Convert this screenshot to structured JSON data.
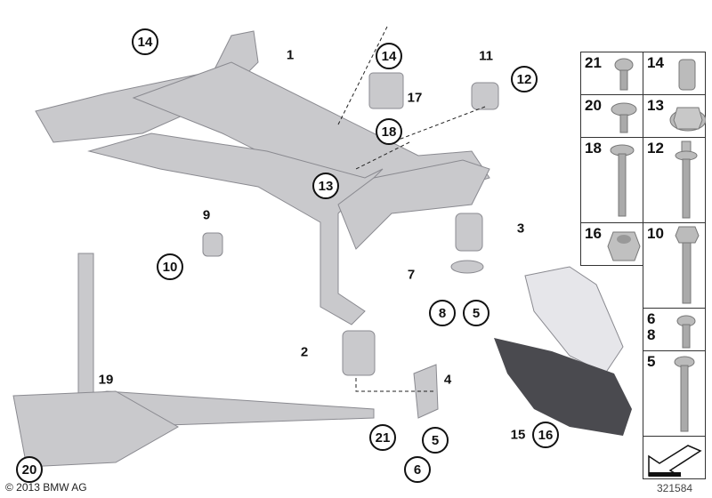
{
  "copyright": "© 2013 BMW AG",
  "diagram_number": "321584",
  "callouts": [
    {
      "label": "14",
      "circled": true
    },
    {
      "label": "1",
      "circled": false
    },
    {
      "label": "14",
      "circled": true
    },
    {
      "label": "17",
      "circled": false
    },
    {
      "label": "18",
      "circled": true
    },
    {
      "label": "11",
      "circled": false
    },
    {
      "label": "12",
      "circled": true
    },
    {
      "label": "13",
      "circled": true
    },
    {
      "label": "9",
      "circled": false
    },
    {
      "label": "10",
      "circled": true
    },
    {
      "label": "3",
      "circled": false
    },
    {
      "label": "7",
      "circled": false
    },
    {
      "label": "8",
      "circled": true
    },
    {
      "label": "5",
      "circled": true
    },
    {
      "label": "2",
      "circled": false
    },
    {
      "label": "4",
      "circled": false
    },
    {
      "label": "19",
      "circled": false
    },
    {
      "label": "20",
      "circled": true
    },
    {
      "label": "21",
      "circled": true
    },
    {
      "label": "5",
      "circled": true
    },
    {
      "label": "6",
      "circled": true
    },
    {
      "label": "15",
      "circled": false
    },
    {
      "label": "16",
      "circled": true
    }
  ],
  "parts_table": [
    {
      "label": "21",
      "icon": "torx-bolt-short"
    },
    {
      "label": "14",
      "icon": "sleeve-nut"
    },
    {
      "label": "20",
      "icon": "flange-bolt-short"
    },
    {
      "label": "13",
      "icon": "hex-flange-nut"
    },
    {
      "label": "18",
      "icon": "torx-bolt-long"
    },
    {
      "label": "12",
      "icon": "hex-bolt-long"
    },
    {
      "label": "16",
      "icon": "hex-flange-nut"
    },
    {
      "label": "10",
      "icon": "hex-bolt-threaded"
    },
    {
      "label": "6\n8",
      "icon": "flange-bolt-short"
    },
    {
      "label": "5",
      "icon": "flange-bolt-long"
    },
    {
      "label": "",
      "icon": "direction-arrow"
    }
  ]
}
